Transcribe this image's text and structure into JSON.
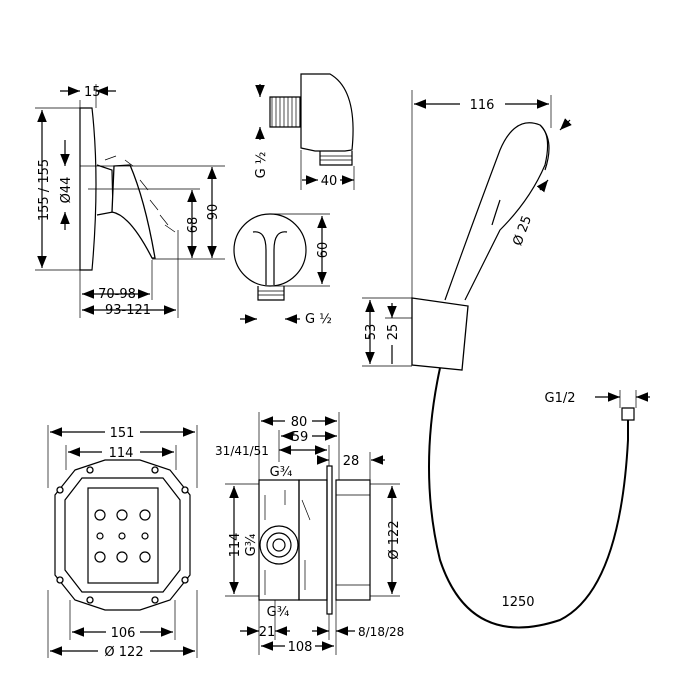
{
  "mixer": {
    "depth": "15",
    "height": "155 / 155",
    "rosette_dia": "Ø44",
    "lever_h68": "68",
    "lever_h90": "90",
    "proj1": "70-98",
    "proj2": "93-121"
  },
  "wall_outlet": {
    "thread_side": "G ½",
    "width": "40",
    "diameter": "60",
    "thread_front": "G ½"
  },
  "hand_shower": {
    "length": "116",
    "head_dia": "Ø 25",
    "holder_h": "53",
    "holder_inner": "25"
  },
  "hose": {
    "thread": "G1/2",
    "length": "1250"
  },
  "box_front": {
    "outer": "151",
    "inner": "114",
    "bottom_inner": "106",
    "bottom_dia": "Ø 122"
  },
  "box_side": {
    "w80": "80",
    "w59": "59",
    "w315": "31/41/51",
    "w28": "28",
    "g_top": "G¾",
    "g_mid": "G¾",
    "g_bot": "G¾",
    "h114": "114",
    "dia122": "Ø 122",
    "w21": "21",
    "w108": "108",
    "w8": "8/18/28"
  }
}
